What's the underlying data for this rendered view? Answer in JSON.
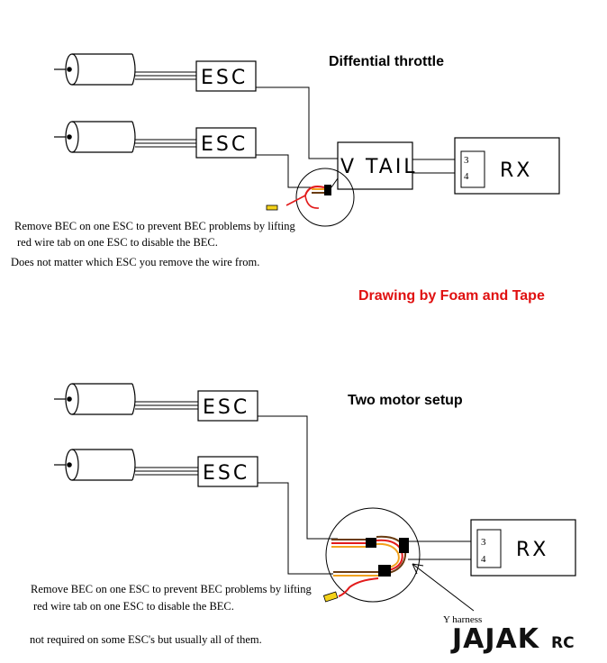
{
  "top": {
    "title": "Diffential throttle",
    "esc1": "ESC",
    "esc2": "ESC",
    "vtail": "V TAIL",
    "rx": "RX",
    "ch3": "3",
    "ch4": "4",
    "note1": "Remove BEC on one ESC to prevent BEC problems by lifting",
    "note2": "red wire tab on one ESC to disable the BEC.",
    "note3": "Does not matter which ESC you remove the wire from."
  },
  "credit": "Drawing by Foam and Tape",
  "bottom": {
    "title": "Two motor setup",
    "esc1": "ESC",
    "esc2": "ESC",
    "rx": "RX",
    "ch3": "3",
    "ch4": "4",
    "harness_label": "Y harness",
    "note1": "Remove BEC on one ESC to prevent BEC problems by lifting",
    "note2": "red wire tab on one ESC to disable the BEC.",
    "note3": "not required on some ESC's but usually all of them."
  },
  "logo": {
    "main": "JAJAK",
    "suffix": "RC"
  },
  "colors": {
    "line": "#000000",
    "wire_red": "#e21b1b",
    "wire_orange": "#f2a21e",
    "wire_brown": "#6a3c12",
    "tab_yellow": "#f4d21a",
    "credit_red": "#e01010"
  }
}
